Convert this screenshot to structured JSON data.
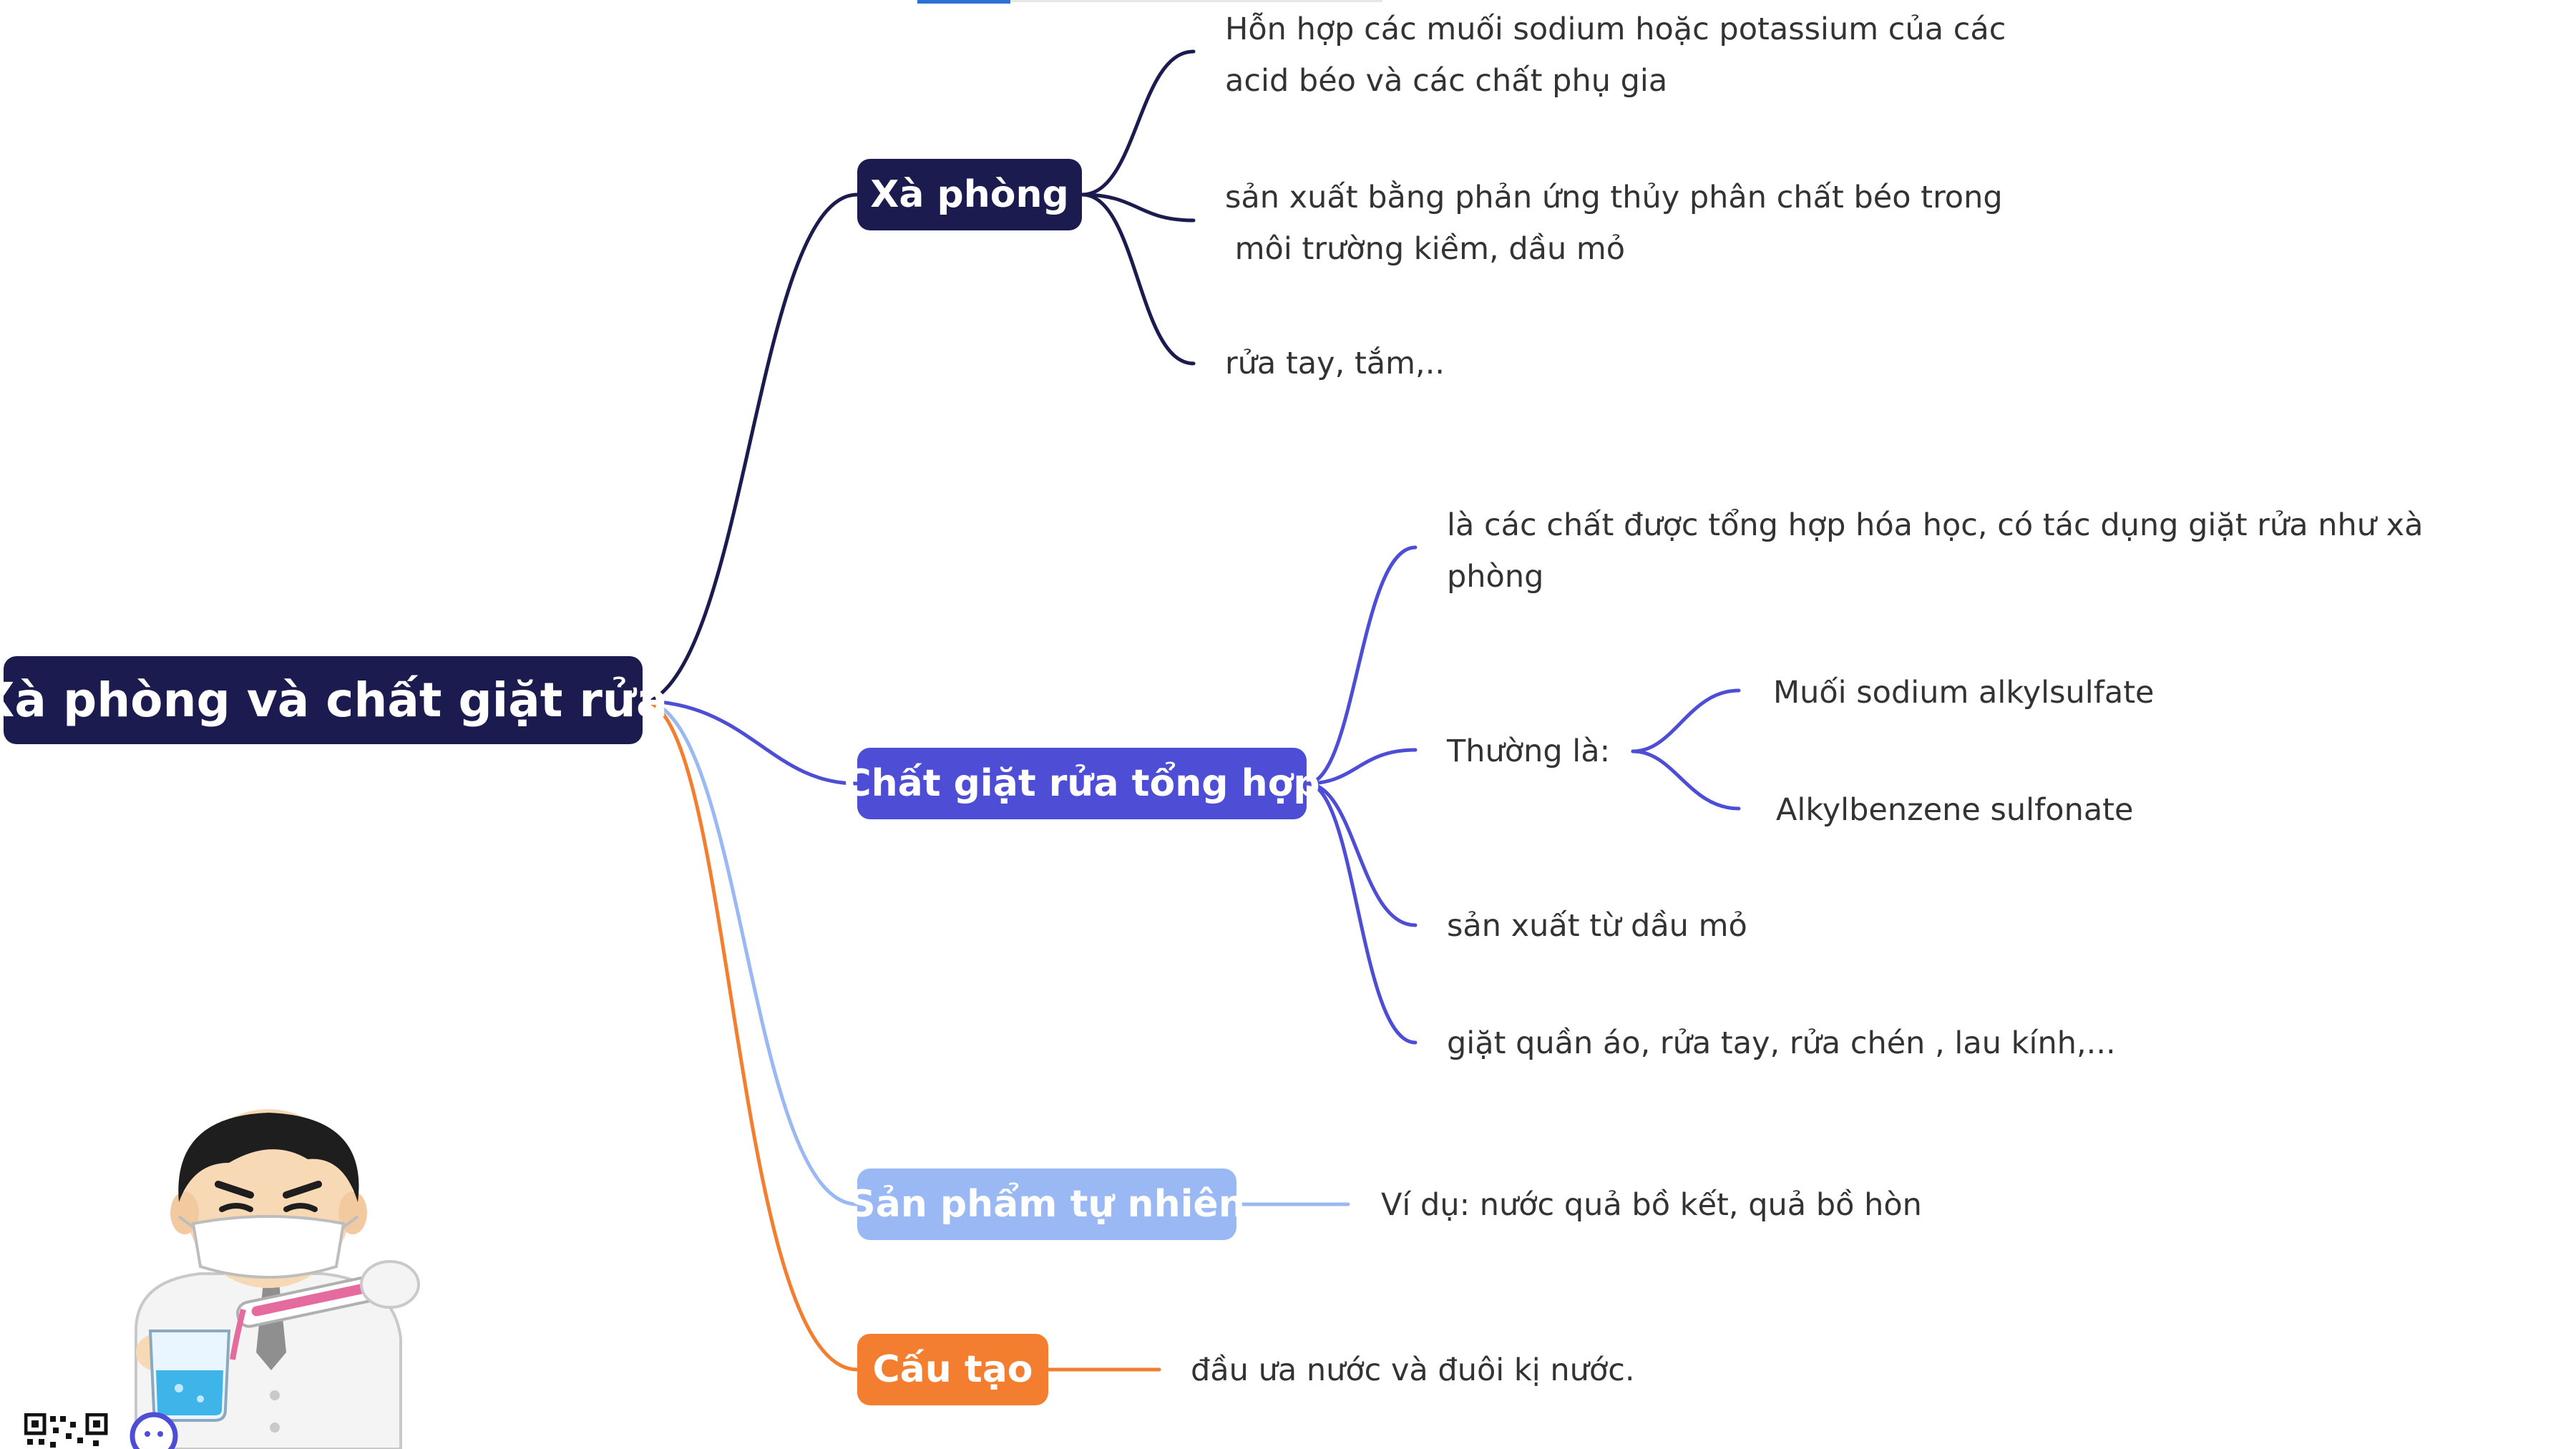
{
  "mindmap": {
    "root": {
      "label": "Xà phòng và chất giặt rửa"
    },
    "branches": [
      {
        "label": "Xà phòng",
        "color": "#1b1b4f",
        "leaves": [
          {
            "lines": [
              "Hỗn hợp các muối sodium hoặc potassium của các",
              "acid béo và các chất phụ gia"
            ]
          },
          {
            "lines": [
              "sản xuất bằng phản ứng thủy phân chất béo trong",
              " môi trường kiềm, dầu mỏ"
            ]
          },
          {
            "lines": [
              "rửa tay, tắm,.."
            ]
          }
        ]
      },
      {
        "label": "Chất giặt rửa tổng hợp",
        "color": "#4d4dd6",
        "leaves": [
          {
            "lines": [
              "là các chất được tổng hợp hóa học, có tác dụng giặt rửa như xà",
              "phòng"
            ]
          },
          {
            "lines": [
              "Thường là:"
            ],
            "children": [
              "Muối sodium alkylsulfate",
              "Alkylbenzene sulfonate"
            ]
          },
          {
            "lines": [
              "sản xuất từ dầu mỏ"
            ]
          },
          {
            "lines": [
              "giặt quần áo, rửa tay, rửa chén , lau kính,..."
            ]
          }
        ]
      },
      {
        "label": "Sản phẩm tự nhiên",
        "color": "#9ab8f3",
        "leaves": [
          {
            "lines": [
              "Ví dụ: nước quả bồ kết, quả bồ hòn"
            ]
          }
        ]
      },
      {
        "label": "Cấu tạo",
        "color": "#f37e2f",
        "leaves": [
          {
            "lines": [
              "đầu ưa nước và đuôi kị nước."
            ]
          }
        ]
      }
    ]
  },
  "icons": {
    "mascot": "scientist-mascot-icon",
    "qr": "qr-code-icon",
    "logo": "channel-logo-icon"
  },
  "colors": {
    "root": "#1b1b4f",
    "leaf_text": "#333333",
    "top_bar": "#2a72d6"
  }
}
